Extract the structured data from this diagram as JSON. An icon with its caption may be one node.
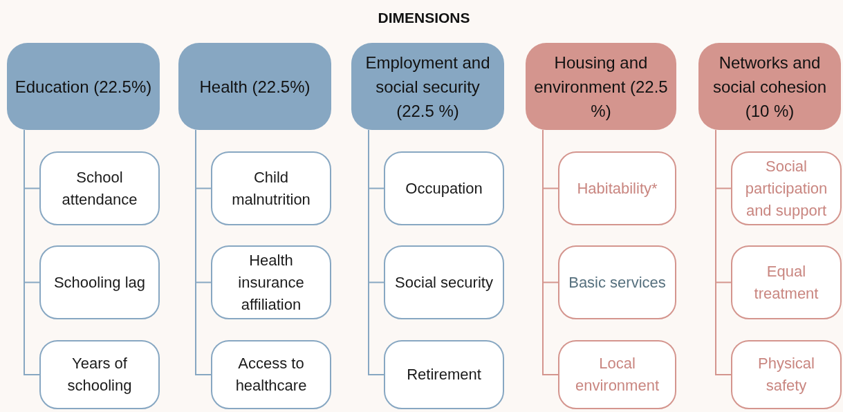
{
  "diagram": {
    "title": "DIMENSIONS",
    "nodes": [
      {
        "text": [
          "Education (22.5%)"
        ]
      },
      {
        "text": [
          "School attendance"
        ]
      },
      {
        "text": [
          "Schooling lag"
        ]
      },
      {
        "text": [
          "Years of schooling"
        ]
      },
      {
        "text": [
          "Health (22.5%)"
        ]
      },
      {
        "text": [
          "Child malnutrition"
        ]
      },
      {
        "text": [
          "Health insurance affiliation"
        ]
      },
      {
        "text": [
          "Access to healthcare"
        ]
      },
      {
        "text": [
          "Employment and social security (22.5 %)"
        ]
      },
      {
        "text": [
          "Occupation"
        ]
      },
      {
        "text": [
          "Social security"
        ]
      },
      {
        "text": [
          "Retirement"
        ]
      },
      {
        "text": [
          "Housing and environment (22.5 %)"
        ]
      },
      {
        "text": [
          "Habitability*"
        ]
      },
      {
        "text": [
          "Basic services"
        ]
      },
      {
        "text": [
          "Local environment"
        ]
      },
      {
        "text": [
          "Networks and social cohesion (10 %)"
        ]
      },
      {
        "text": [
          "Social participation and support"
        ]
      },
      {
        "text": [
          "Equal treatment"
        ]
      },
      {
        "text": [
          "Physical safety"
        ]
      }
    ],
    "edges": [
      {
        "from": 0,
        "to": 1,
        "arrow": "none"
      },
      {
        "from": 0,
        "to": 2,
        "arrow": "none"
      },
      {
        "from": 0,
        "to": 3,
        "arrow": "none"
      },
      {
        "from": 4,
        "to": 5,
        "arrow": "none"
      },
      {
        "from": 4,
        "to": 6,
        "arrow": "none"
      },
      {
        "from": 4,
        "to": 7,
        "arrow": "none"
      },
      {
        "from": 8,
        "to": 9,
        "arrow": "none"
      },
      {
        "from": 8,
        "to": 10,
        "arrow": "none"
      },
      {
        "from": 8,
        "to": 11,
        "arrow": "none"
      },
      {
        "from": 12,
        "to": 13,
        "arrow": "none",
        "color": "#d4958e"
      },
      {
        "from": 12,
        "to": 14,
        "arrow": "none",
        "color": "#d4958e"
      },
      {
        "from": 12,
        "to": 15,
        "arrow": "none",
        "color": "#d4958e"
      },
      {
        "from": 16,
        "to": 17,
        "arrow": "none",
        "color": "#d4958e"
      },
      {
        "from": 16,
        "to": 18,
        "arrow": "none",
        "color": "#d4958e"
      },
      {
        "from": 16,
        "to": 19,
        "arrow": "none",
        "color": "#d4958e"
      }
    ]
  }
}
